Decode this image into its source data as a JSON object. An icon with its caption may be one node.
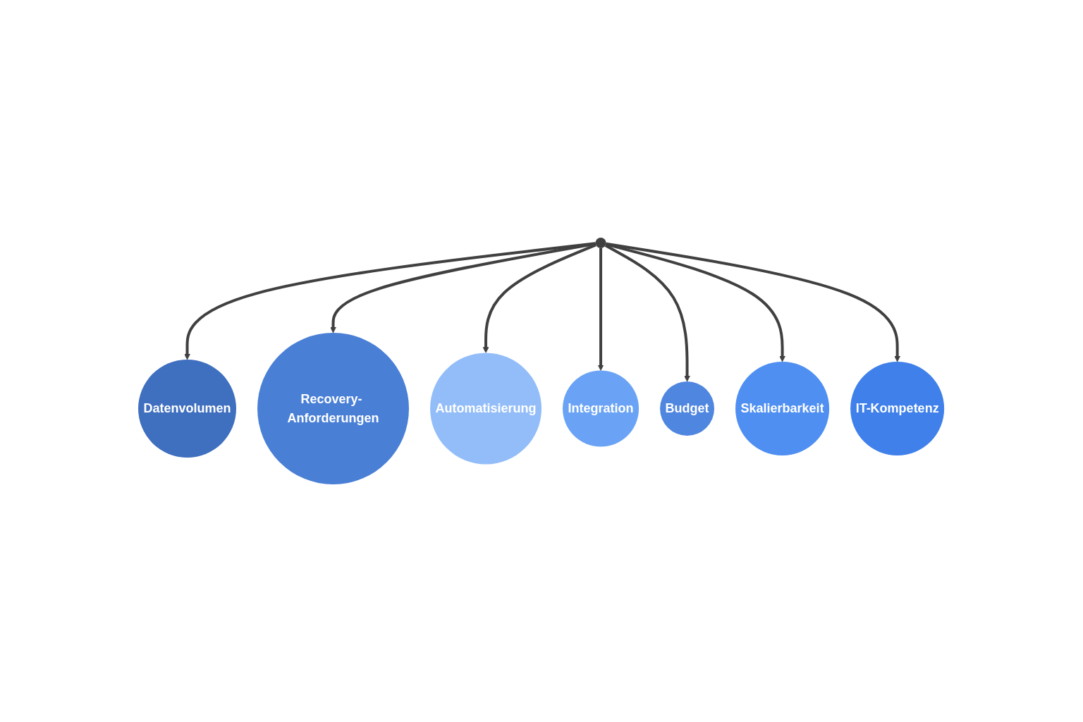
{
  "diagram": {
    "nodes": [
      {
        "text": [],
        "shape": "circle"
      },
      {
        "text": [
          "Datenvolumen"
        ]
      },
      {
        "text": [
          "Recovery- Anforderungen"
        ]
      },
      {
        "text": [
          "Automatisierung"
        ]
      },
      {
        "text": [
          "Integration"
        ]
      },
      {
        "text": [
          "Budget"
        ]
      },
      {
        "text": [
          "Skalierbarkeit"
        ]
      },
      {
        "text": [
          "IT-Kompetenz"
        ]
      }
    ],
    "edges": [
      {
        "from": 0,
        "to": 1,
        "arrow": "to"
      },
      {
        "from": 0,
        "to": 2,
        "arrow": "to"
      },
      {
        "from": 0,
        "to": 3,
        "arrow": "to"
      },
      {
        "from": 0,
        "to": 4,
        "arrow": "to"
      },
      {
        "from": 0,
        "to": 5,
        "arrow": "to"
      },
      {
        "from": 0,
        "to": 6,
        "arrow": "to"
      },
      {
        "from": 0,
        "to": 7,
        "arrow": "to"
      }
    ]
  }
}
